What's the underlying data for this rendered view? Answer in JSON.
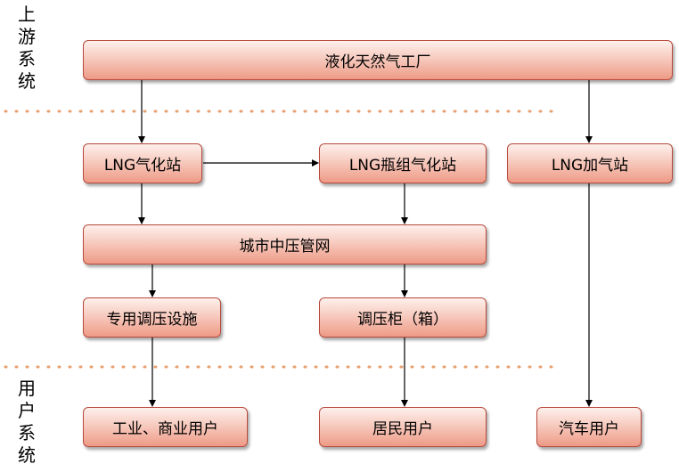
{
  "sections": {
    "upstream_label": [
      "上",
      "游",
      "系",
      "统"
    ],
    "user_label": [
      "用",
      "户",
      "系",
      "统"
    ]
  },
  "nodes": {
    "lng_factory": "液化天然气工厂",
    "lng_gasification_station": "LNG气化站",
    "lng_bottle_group_station": "LNG瓶组气化站",
    "lng_filling_station": "LNG加气站",
    "city_mid_pressure_network": "城市中压管网",
    "dedicated_regulator": "专用调压设施",
    "regulator_cabinet": "调压柜（箱）",
    "industrial_commercial_users": "工业、商业用户",
    "residential_users": "居民用户",
    "vehicle_users": "汽车用户"
  },
  "colors": {
    "node_border": "#b84a3c",
    "node_fill_top": "#fdf0ec",
    "node_fill_bottom": "#ee9a86",
    "separator": "#e8a070"
  }
}
